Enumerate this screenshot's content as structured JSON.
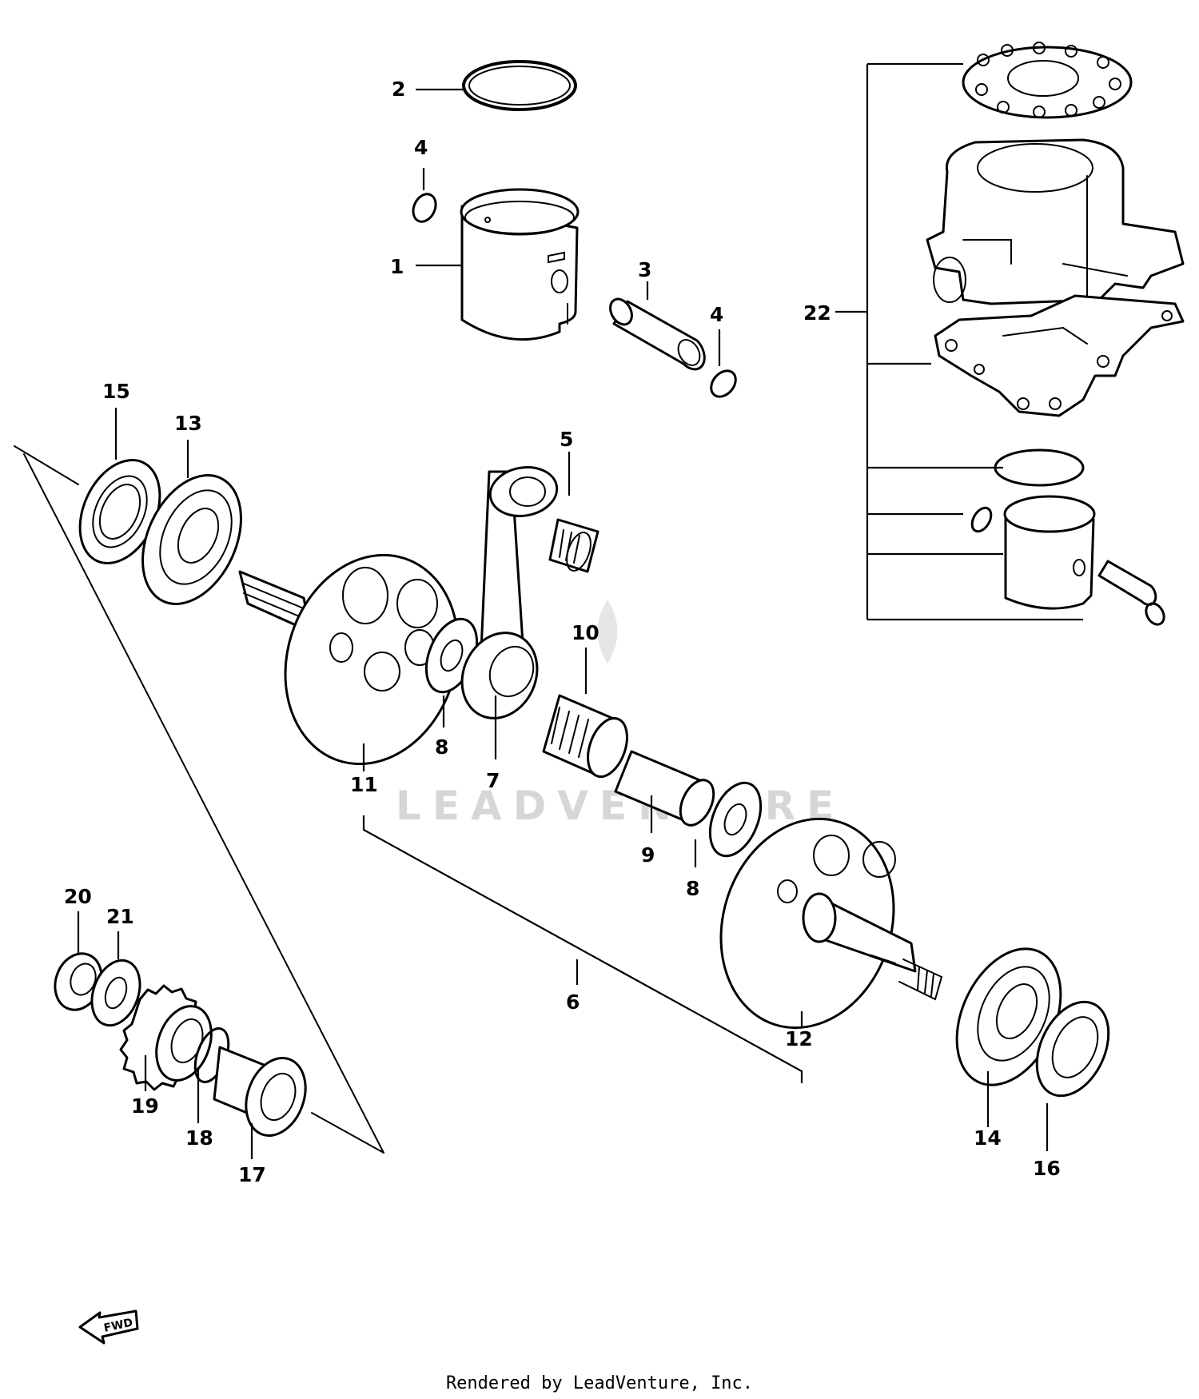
{
  "diagram": {
    "callouts": [
      "1",
      "2",
      "3",
      "4",
      "4",
      "5",
      "6",
      "7",
      "8",
      "8",
      "9",
      "10",
      "11",
      "12",
      "13",
      "14",
      "15",
      "16",
      "17",
      "18",
      "19",
      "20",
      "21",
      "22"
    ],
    "watermark": "LEADVENTURE",
    "fwd_label": "FWD"
  },
  "footer": {
    "text": "Rendered by LeadVenture, Inc."
  },
  "colors": {
    "line": "#000000",
    "background": "#ffffff",
    "watermark": "#d6d6d6"
  }
}
